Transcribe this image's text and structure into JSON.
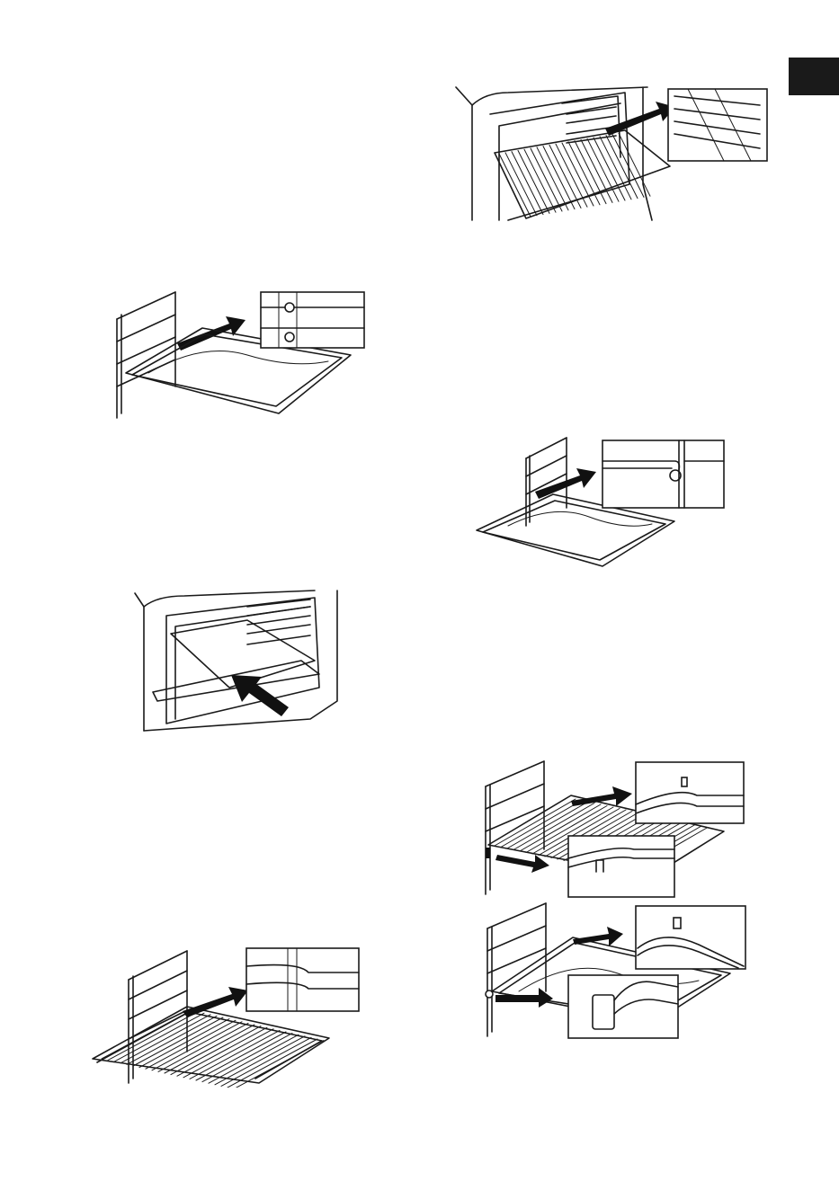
{
  "page": {
    "background": "#ffffff",
    "ink": "#1a1a1a",
    "tab_color": "#1a1a1a"
  },
  "figures": [
    {
      "id": "fig-oven-grid-detail",
      "icon": "oven-wire-shelf-insert-illustration"
    },
    {
      "id": "fig-tray-on-rails",
      "icon": "baking-tray-side-rail-illustration"
    },
    {
      "id": "fig-oven-tray-push",
      "icon": "oven-tray-push-in-illustration"
    },
    {
      "id": "fig-grid-on-rails",
      "icon": "wire-grid-side-rail-illustration"
    },
    {
      "id": "fig-tray-rail-notch",
      "icon": "tray-rail-notch-illustration"
    },
    {
      "id": "fig-telescopic-grid",
      "icon": "telescopic-rail-grid-illustration"
    },
    {
      "id": "fig-telescopic-tray",
      "icon": "telescopic-rail-tray-illustration"
    }
  ]
}
